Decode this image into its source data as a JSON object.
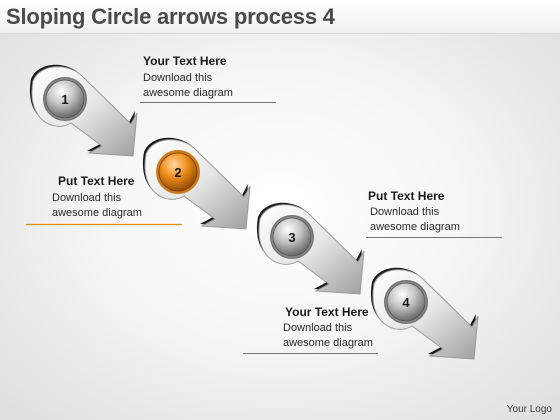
{
  "title": "Sloping Circle arrows process 4",
  "colors": {
    "highlight": "#e07e1c",
    "neutral": "#9a9a9a",
    "orange_rule": "#e8891c",
    "gray_rule": "#777777"
  },
  "steps": [
    {
      "number": "1",
      "color": "gray"
    },
    {
      "number": "2",
      "color": "orange"
    },
    {
      "number": "3",
      "color": "gray"
    },
    {
      "number": "4",
      "color": "gray"
    }
  ],
  "text_blocks": [
    {
      "heading": "Your Text Here",
      "line1": "Download this",
      "line2": "awesome diagram"
    },
    {
      "heading": "Put Text Here",
      "line1": "Download this",
      "line2": "awesome diagram"
    },
    {
      "heading": "Put Text Here",
      "line1": "Download this",
      "line2": "awesome diagram"
    },
    {
      "heading": "Your Text Here",
      "line1": "Download this",
      "line2": "awesome diagram"
    }
  ],
  "logo": "Your Logo"
}
